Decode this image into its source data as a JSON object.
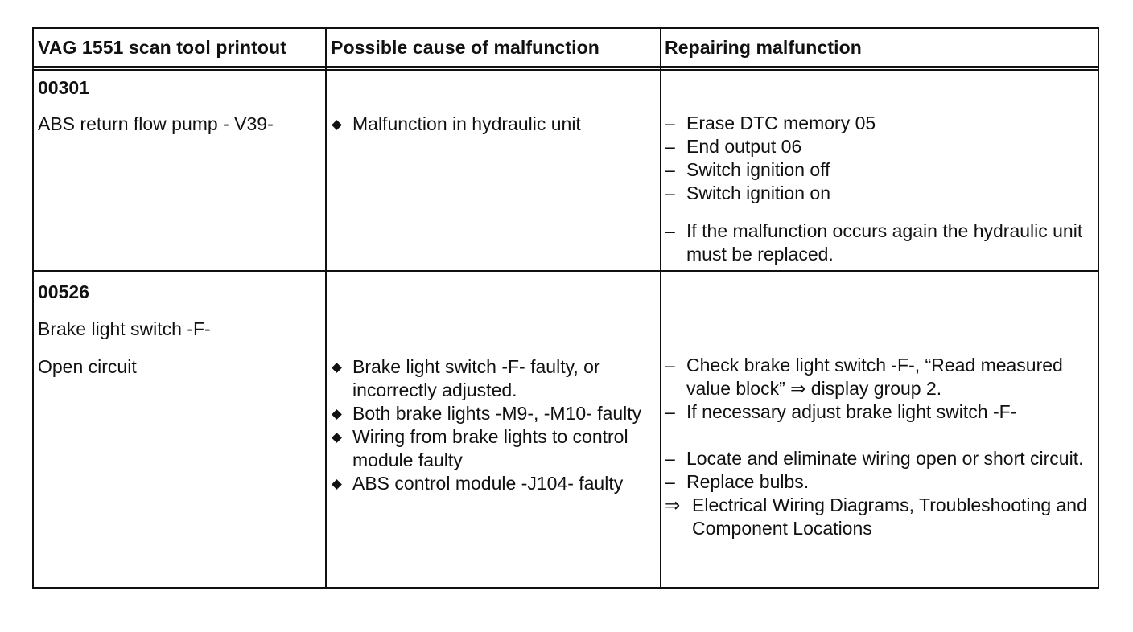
{
  "headers": {
    "col1": "VAG 1551 scan tool printout",
    "col2": "Possible cause of malfunction",
    "col3": "Repairing malfunction"
  },
  "rows": [
    {
      "code": "00301",
      "desc1": "ABS return flow pump - V39-",
      "causes": [
        "Malfunction in hydraulic unit"
      ],
      "repairs": [
        "Erase DTC memory 05",
        "End output 06",
        "Switch ignition off",
        "Switch ignition on",
        "If the malfunction occurs again the hydraulic unit must be replaced."
      ]
    },
    {
      "code": "00526",
      "desc1": "Brake light switch -F-",
      "desc2": "Open circuit",
      "causes": [
        "Brake light switch -F- faulty, or incorrectly adjusted.",
        "Both brake lights -M9-, -M10- faulty",
        "Wiring from brake lights to control module faulty",
        "ABS control module -J104- faulty"
      ],
      "repairs": [
        "Check brake light switch -F-, “Read measured value block” ⇒ display group 2.",
        "If necessary adjust brake light switch -F-",
        "Locate and eliminate wiring open or short circuit.",
        "Replace bulbs.",
        "Electrical Wiring Diagrams, Troubleshooting and Component Locations"
      ]
    }
  ],
  "symbols": {
    "dash": "–",
    "arrow": "⇒"
  }
}
